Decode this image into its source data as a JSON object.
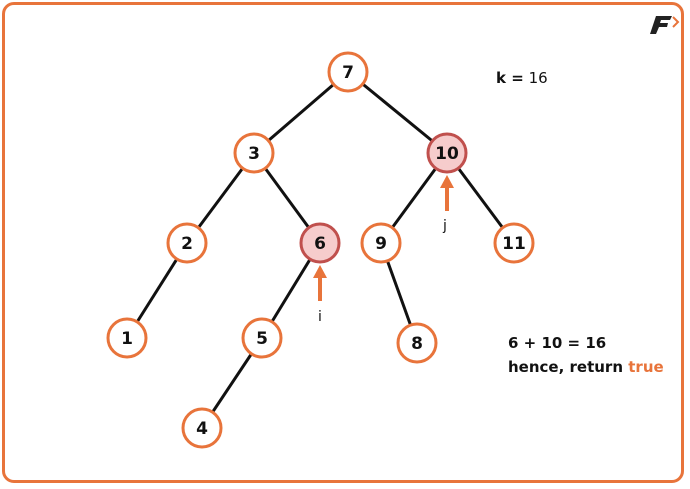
{
  "k_label": "k =",
  "k_value": "16",
  "result_line1": "6 + 10 = 16",
  "result_line2_prefix": "hence, return",
  "result_value": "true",
  "pointer_i": "i",
  "pointer_j": "j",
  "logo_text": "F",
  "colors": {
    "accent": "#e8743b",
    "highlight_fill": "#f6cccc",
    "highlight_stroke": "#c0504d"
  },
  "tree": {
    "nodes": [
      "7",
      "3",
      "10",
      "2",
      "6",
      "9",
      "11",
      "1",
      "5",
      "8",
      "4"
    ],
    "edges": [
      [
        "7",
        "3"
      ],
      [
        "7",
        "10"
      ],
      [
        "3",
        "2"
      ],
      [
        "3",
        "6"
      ],
      [
        "10",
        "9"
      ],
      [
        "10",
        "11"
      ],
      [
        "2",
        "1"
      ],
      [
        "6",
        "5"
      ],
      [
        "9",
        "8"
      ],
      [
        "5",
        "4"
      ]
    ],
    "highlighted": [
      "6",
      "10"
    ]
  }
}
